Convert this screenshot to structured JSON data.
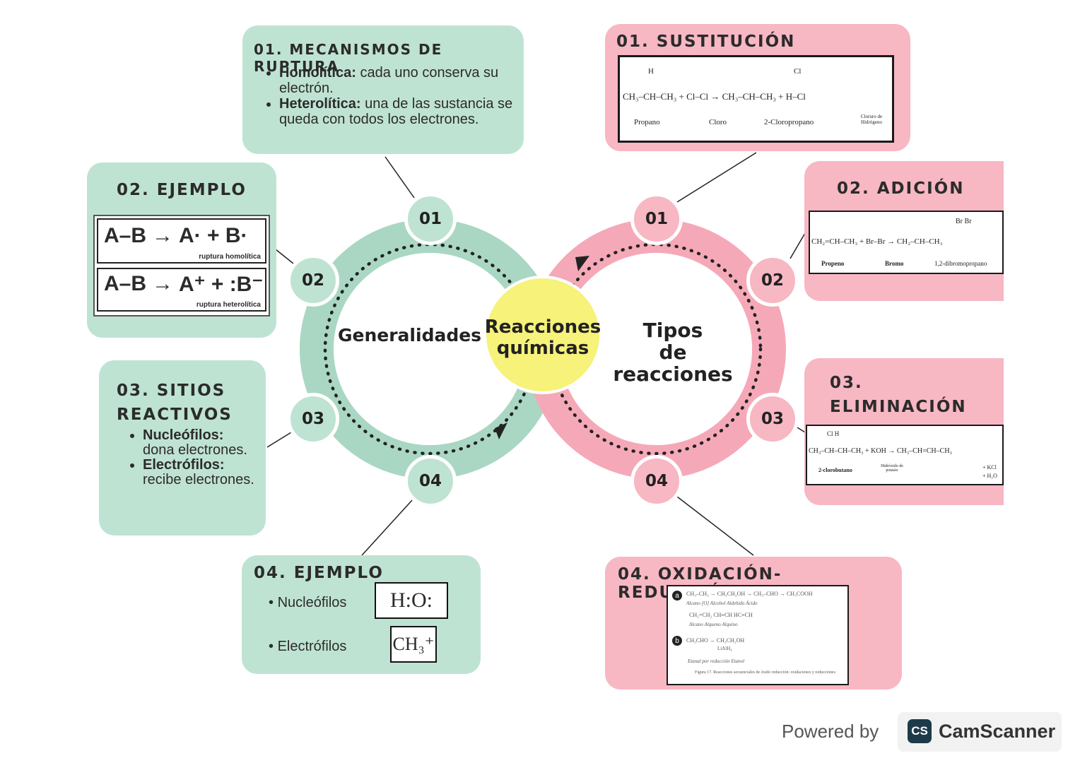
{
  "center": {
    "line1": "Reacciones",
    "line2": "químicas"
  },
  "left_cycle": {
    "label": "Generalidades",
    "nodes": [
      "01",
      "02",
      "03",
      "04"
    ]
  },
  "right_cycle": {
    "label_line1": "Tipos",
    "label_line2": "de",
    "label_line3": "reacciones",
    "nodes": [
      "01",
      "02",
      "03",
      "04"
    ]
  },
  "mecanismos": {
    "title": "01. MECANISMOS DE RUPTURA",
    "items": [
      {
        "bold": "Homolítica:",
        "text": " cada uno conserva su electrón."
      },
      {
        "bold": "Heterolítica:",
        "text": " una de las sustancia se queda con todos los electrones."
      }
    ]
  },
  "ejemplo02": {
    "title": "02. EJEMPLO",
    "row1": {
      "lhs": "A–B",
      "rhs": "A· + B·",
      "caption": "ruptura homolítica"
    },
    "row2": {
      "lhs": "A–B",
      "rhs": "A⁺ + :B⁻",
      "caption": "ruptura heterolítica"
    }
  },
  "sitios": {
    "title_line1": "03. SITIOS",
    "title_line2": "REACTIVOS",
    "items": [
      {
        "bold": "Nucleófilos:",
        "text": "dona electrones."
      },
      {
        "bold": "Electrófilos:",
        "text": "recibe electrones."
      }
    ]
  },
  "ejemplo04": {
    "title": "04. EJEMPLO",
    "nucleofilos": "Nucleófilos",
    "electrofilos": "Electrófilos",
    "nuc_formula": "H:O:",
    "elec_formula": "CH₃⁺"
  },
  "sustitucion": {
    "title": "01. SUSTITUCIÓN",
    "equation": "CH₃–CH–CH₃ + Cl–Cl → CH₃–CH–CH₃ + H–Cl",
    "top_atoms": {
      "h": "H",
      "cl": "Cl"
    },
    "names": [
      "Propano",
      "Cloro",
      "2-Cloropropano",
      "Cloruro de Hidrógeno"
    ]
  },
  "adicion": {
    "title": "02. ADICIÓN",
    "equation": "CH₂=CH–CH₃ + Br–Br → CH₂–CH–CH₃",
    "top_atoms": "Br  Br",
    "names": [
      "Propeno",
      "Bromo",
      "1,2-dibromopropano"
    ]
  },
  "eliminacion": {
    "title_line1": "03.",
    "title_line2": "ELIMINACIÓN",
    "equation": "CH₃–CH–CH–CH₃ + KOH → CH₃–CH=CH–CH₃",
    "top_atoms": "Cl   H",
    "names": [
      "2-clorobutano",
      "Hidróxido de potasio"
    ],
    "products": [
      "+ KCl",
      "+ H₂O"
    ]
  },
  "oxidacion": {
    "title": "04. OXIDACIÓN-REDUCCIÓN",
    "row_a": "CH₃–CH₃ → CH₃CH₂OH → CH₃–CHO → CH₃COOH",
    "row_a_labels": "Alcano  [O]  Alcohol  Aldehído  Ácido",
    "row_a2": "CH₂=CH₂   CH≡CH   HC≡CH",
    "row_a2_labels": "Alcano  Alqueno  Alquino",
    "row_b": "CH₃CHO → CH₃CH₂OH",
    "row_b_reagent": "LiAlH₄",
    "row_b_labels": "Etanal  por reducción  Etanol",
    "caption": "Figura 17. Reacciones secuenciales de óxido reducción: oxidaciones y reducciones",
    "badge_a": "a",
    "badge_b": "b"
  },
  "footer": {
    "powered": "Powered by",
    "brand": "CamScanner",
    "logo": "CS"
  },
  "colors": {
    "green": "#bfe3d3",
    "green_ring": "#a9d7c3",
    "pink": "#f7b7c3",
    "pink_ring": "#f5a9b8",
    "yellow": "#f6f27a"
  }
}
